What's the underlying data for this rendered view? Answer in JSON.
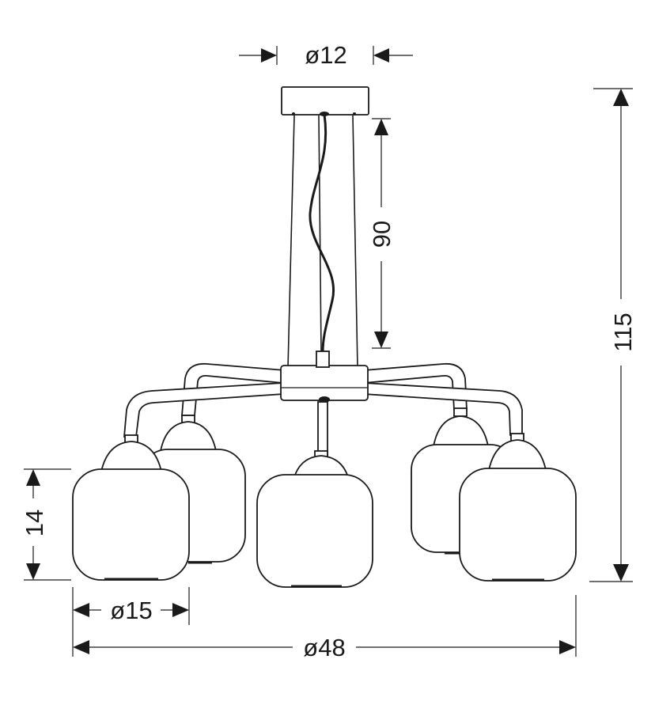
{
  "dimensions": {
    "canopy_diameter": "ø12",
    "rod_length": "90",
    "total_height": "115",
    "shade_height": "14",
    "shade_diameter": "ø15",
    "total_diameter": "ø48"
  },
  "colors": {
    "line": "#1a1a1a",
    "background": "#ffffff"
  }
}
